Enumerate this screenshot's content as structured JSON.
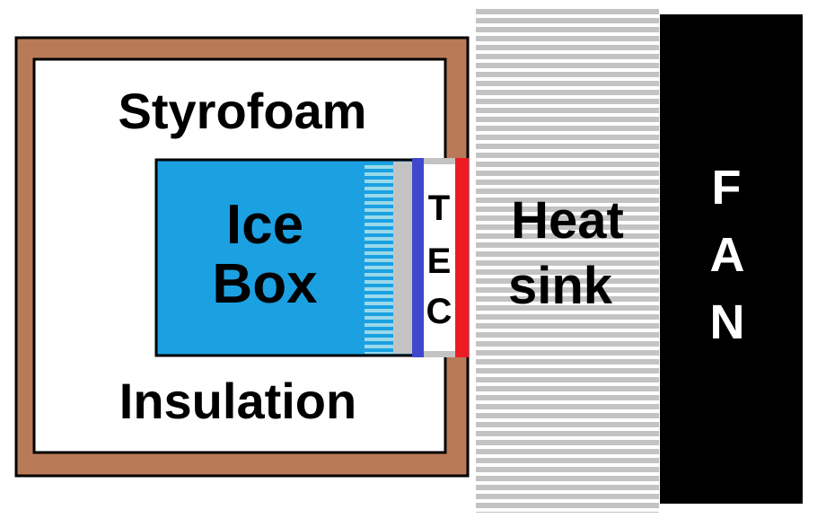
{
  "labels": {
    "styrofoam": "Styrofoam",
    "insulation": "Insulation",
    "ice_line1": "Ice",
    "ice_line2": "Box",
    "tec_1": "T",
    "tec_2": "E",
    "tec_3": "C",
    "heat_line1": "Heat",
    "heat_line2": "sink",
    "fan_1": "F",
    "fan_2": "A",
    "fan_3": "N"
  },
  "colors": {
    "casing": "#b97a57",
    "outline": "#000000",
    "ice_box": "#1ba1e2",
    "ice_fins": "#99d9ea",
    "gray": "#c3c3c3",
    "tec_cold": "#3f48cc",
    "tec_hot": "#ed1c24",
    "heat_sink_fins": "#c3c3c3",
    "fan": "#000000"
  }
}
